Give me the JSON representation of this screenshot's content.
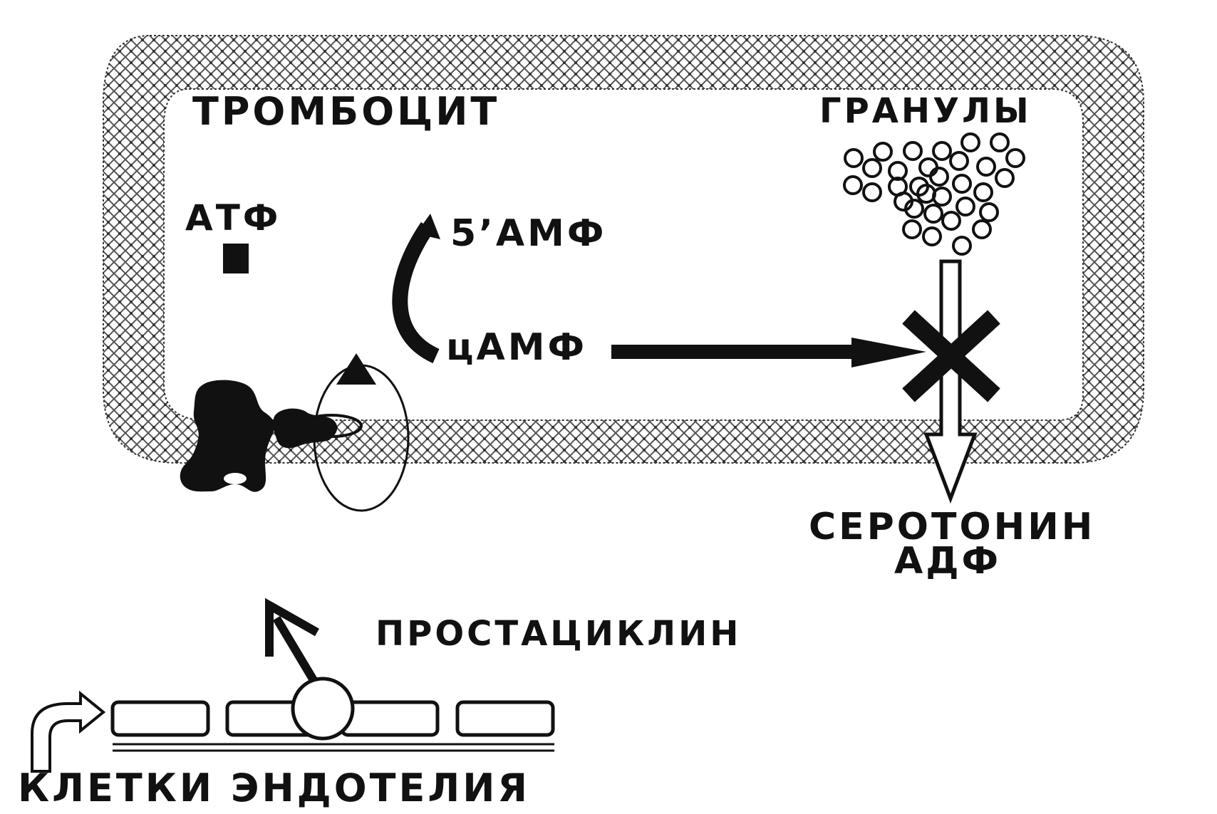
{
  "labels": {
    "platelet": "ТРОМБОЦИТ",
    "granules": "ГРАНУЛЫ",
    "atp": "АТФ",
    "amp5": "5’АМФ",
    "camp": "цАМФ",
    "serotonin": "СЕРОТОНИН",
    "adp": "АДФ",
    "prostacyclin": "ПРОСТАЦИКЛИН",
    "endothelium": "КЛЕТКИ ЭНДОТЕЛИЯ"
  },
  "colors": {
    "ink": "#111111",
    "membrane": "#555555",
    "background": "#ffffff"
  },
  "icons": {
    "atp": "filled-square",
    "cyclase_product": "filled-triangle",
    "inhibition": "x-cross"
  }
}
